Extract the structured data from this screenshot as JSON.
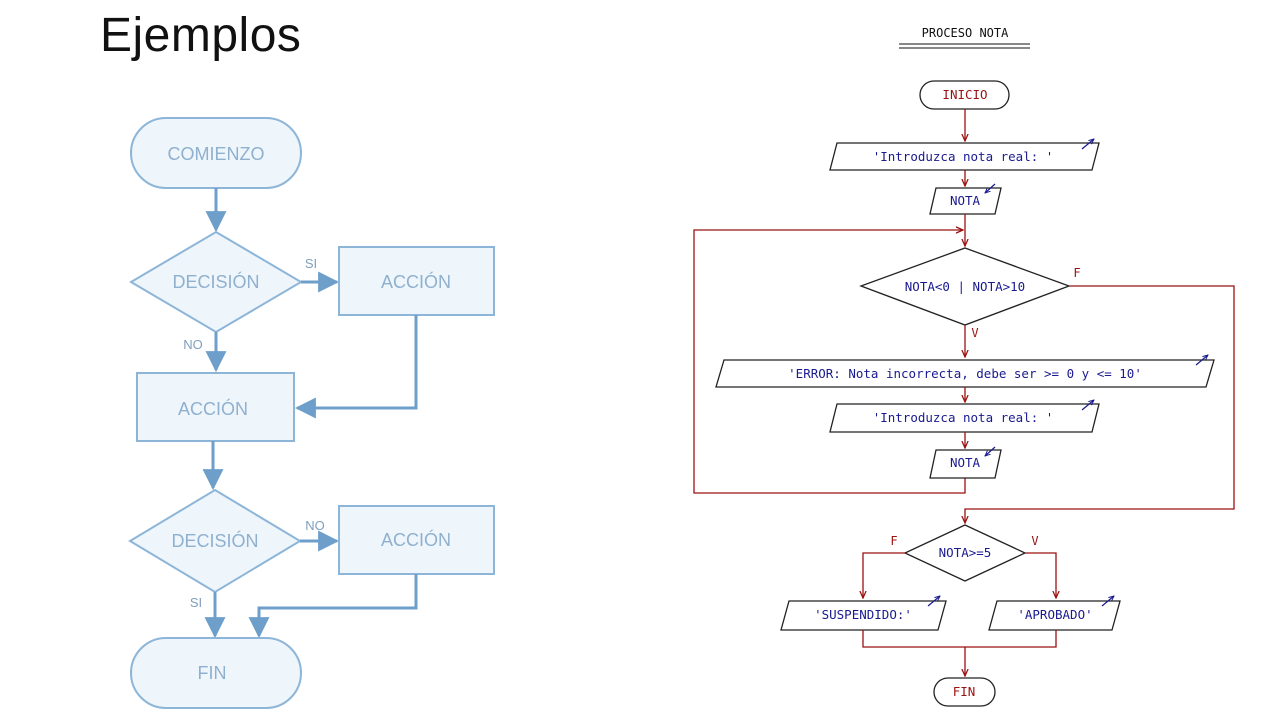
{
  "slide": {
    "title": "Ejemplos"
  },
  "left_flowchart": {
    "start": "COMIENZO",
    "decision1": "DECISIÓN",
    "decision1_yes": "SI",
    "decision1_no": "NO",
    "action1": "ACCIÓN",
    "action2": "ACCIÓN",
    "decision2": "DECISIÓN",
    "decision2_no": "NO",
    "decision2_yes": "SI",
    "action3": "ACCIÓN",
    "end": "FIN"
  },
  "right_flowchart": {
    "title": "PROCESO NOTA",
    "start": "INICIO",
    "input_prompt_1": "'Introduzca nota real: '",
    "input_var_1": "NOTA",
    "loop_condition": "NOTA<0 | NOTA>10",
    "loop_false_label": "F",
    "loop_true_label": "V",
    "error_message": "'ERROR: Nota incorrecta, debe ser >= 0 y <= 10'",
    "input_prompt_2": "'Introduzca nota real: '",
    "input_var_2": "NOTA",
    "grade_condition": "NOTA>=5",
    "grade_false_label": "F",
    "grade_true_label": "V",
    "output_fail": "'SUSPENDIDO:'",
    "output_pass": "'APROBADO'",
    "end": "FIN"
  },
  "colors": {
    "left_stroke": "#8db5d8",
    "left_fill": "#eef5fb",
    "left_arrow": "#6e9fcb",
    "right_line": "#9b1111",
    "right_text": "#1a1a8f"
  }
}
